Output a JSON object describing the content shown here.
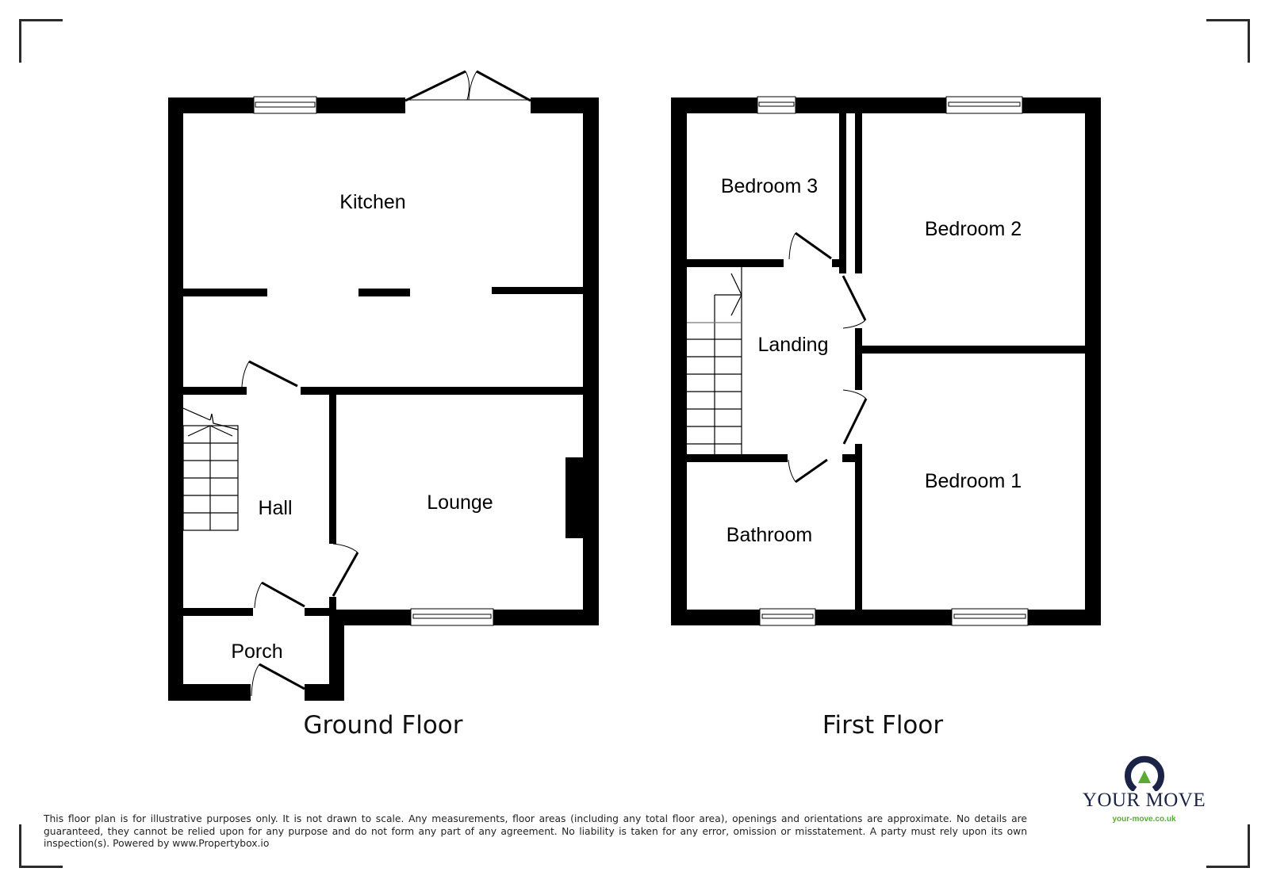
{
  "floors": [
    {
      "label": "Ground Floor",
      "rooms": [
        {
          "name": "Kitchen"
        },
        {
          "name": "Lounge"
        },
        {
          "name": "Hall"
        },
        {
          "name": "Porch"
        }
      ]
    },
    {
      "label": "First Floor",
      "rooms": [
        {
          "name": "Bedroom 3"
        },
        {
          "name": "Bedroom 2"
        },
        {
          "name": "Landing"
        },
        {
          "name": "Bedroom 1"
        },
        {
          "name": "Bathroom"
        }
      ]
    }
  ],
  "disclaimer": "This floor plan is for illustrative purposes only. It is not drawn to scale. Any measurements, floor areas (including any total floor area), openings and orientations are approximate. No details are guaranteed, they cannot be relied upon for any purpose and do not form any part of any agreement. No liability is taken for any error, omission or misstatement. A party must rely upon its own inspection(s). Powered by www.Propertybox.io",
  "brand": {
    "name": "YOUR MOVE",
    "url": "your-move.co.uk",
    "colors": {
      "navy": "#1b2346",
      "green": "#5aaa34"
    }
  },
  "colors": {
    "wall": "#000000",
    "background": "#ffffff",
    "corner_marks": "#2b2b2b"
  }
}
